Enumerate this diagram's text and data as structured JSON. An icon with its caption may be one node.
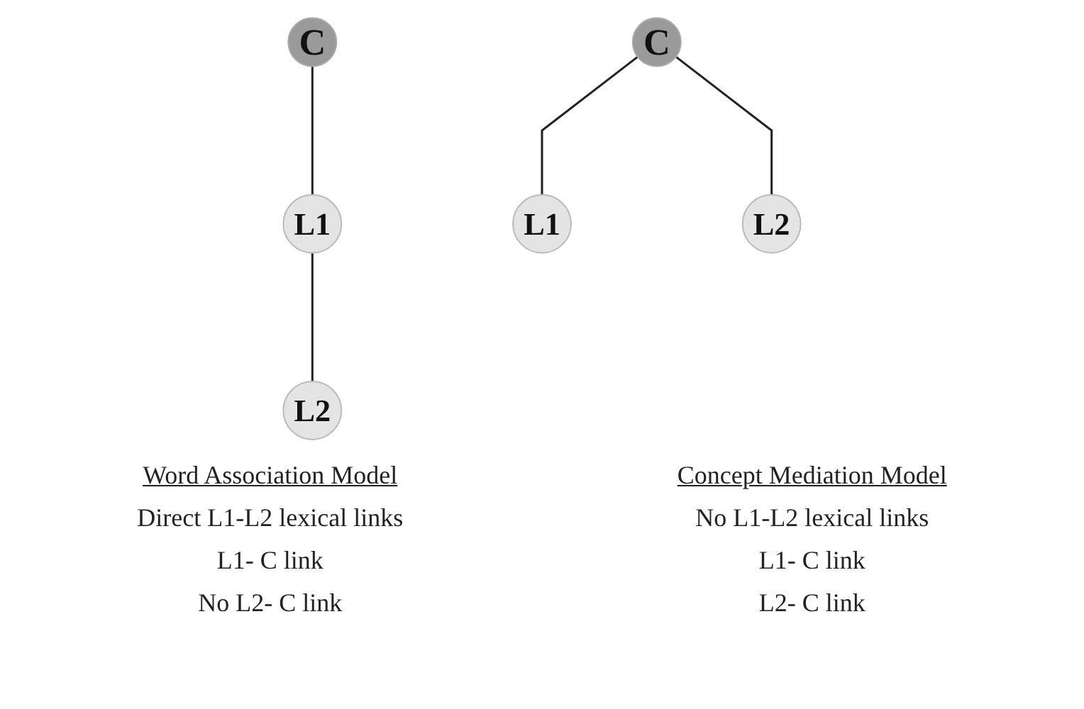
{
  "diagram": {
    "nodes": [
      {
        "text": [
          "C"
        ]
      },
      {
        "text": [
          "L1"
        ]
      },
      {
        "text": [
          "L2"
        ]
      },
      {
        "text": [
          "C"
        ]
      },
      {
        "text": [
          "L1"
        ]
      },
      {
        "text": [
          "L2"
        ]
      }
    ],
    "edges": [
      {
        "from": 0,
        "to": 1,
        "arrow": "none"
      },
      {
        "from": 1,
        "to": 2,
        "arrow": "none"
      },
      {
        "from": 3,
        "to": 4,
        "arrow": "none"
      },
      {
        "from": 3,
        "to": 5,
        "arrow": "none"
      }
    ],
    "labels": [
      "Word Association Model",
      "Direct L1-L2 lexical links",
      "L1- C link",
      "No L2- C link",
      "Concept Mediation Model",
      "No L1-L2 lexical links",
      "L1- C link",
      "L2- C link"
    ]
  }
}
